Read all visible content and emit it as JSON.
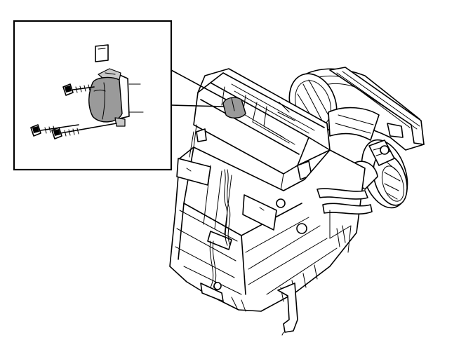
{
  "figure": {
    "kind": "service-manual illustration",
    "subject_icon": "hvac-heater-housing-unit",
    "detail_icon": "actuator-motor-with-screws",
    "highlight_color": "#9a9a9a",
    "line_color": "#000000",
    "background_color": "#ffffff"
  },
  "callout": {
    "parts": [
      "connector",
      "actuator-motor",
      "screw",
      "screw",
      "screw"
    ]
  }
}
